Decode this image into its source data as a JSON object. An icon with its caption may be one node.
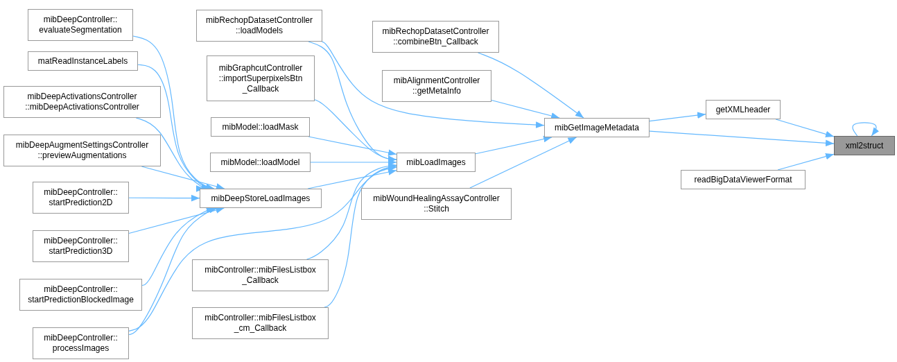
{
  "diagram": {
    "nodes": [
      {
        "text": [
          "xml2struct"
        ]
      },
      {
        "text": [
          "getXMLheader"
        ]
      },
      {
        "text": [
          "readBigDataViewerFormat"
        ]
      },
      {
        "text": [
          "mibGetImageMetadata"
        ]
      },
      {
        "text": [
          "mibRechopDatasetController ::combineBtn_Callback"
        ]
      },
      {
        "text": [
          "mibAlignmentController ::getMetaInfo"
        ]
      },
      {
        "text": [
          "mibLoadImages"
        ]
      },
      {
        "text": [
          "mibWoundHealingAssayController ::Stitch"
        ]
      },
      {
        "text": [
          "mibRechopDatasetController ::loadModels"
        ]
      },
      {
        "text": [
          "mibGraphcutController ::importSuperpixelsBtn _Callback"
        ]
      },
      {
        "text": [
          "mibModel::loadMask"
        ]
      },
      {
        "text": [
          "mibModel::loadModel"
        ]
      },
      {
        "text": [
          "mibDeepStoreLoadImages"
        ]
      },
      {
        "text": [
          "mibController::mibFilesListbox _Callback"
        ]
      },
      {
        "text": [
          "mibController::mibFilesListbox _cm_Callback"
        ]
      },
      {
        "text": [
          "mibDeepController:: evaluateSegmentation"
        ]
      },
      {
        "text": [
          "matReadInstanceLabels"
        ]
      },
      {
        "text": [
          "mibDeepActivationsController ::mibDeepActivationsController"
        ]
      },
      {
        "text": [
          "mibDeepAugmentSettingsController ::previewAugmentations"
        ]
      },
      {
        "text": [
          "mibDeepController:: startPrediction2D"
        ]
      },
      {
        "text": [
          "mibDeepController:: startPrediction3D"
        ]
      },
      {
        "text": [
          "mibDeepController:: startPredictionBlockedImage"
        ]
      },
      {
        "text": [
          "mibDeepController:: processImages"
        ]
      }
    ],
    "edges": [
      {
        "from": 0,
        "to": 0,
        "arrow": "to"
      },
      {
        "from": 1,
        "to": 0,
        "arrow": "to"
      },
      {
        "from": 2,
        "to": 0,
        "arrow": "to"
      },
      {
        "from": 3,
        "to": 0,
        "arrow": "to"
      },
      {
        "from": 3,
        "to": 1,
        "arrow": "to"
      },
      {
        "from": 4,
        "to": 3,
        "arrow": "to"
      },
      {
        "from": 5,
        "to": 3,
        "arrow": "to"
      },
      {
        "from": 6,
        "to": 3,
        "arrow": "to"
      },
      {
        "from": 7,
        "to": 3,
        "arrow": "to"
      },
      {
        "from": 8,
        "to": 3,
        "arrow": "to"
      },
      {
        "from": 8,
        "to": 6,
        "arrow": "to"
      },
      {
        "from": 9,
        "to": 6,
        "arrow": "to"
      },
      {
        "from": 10,
        "to": 6,
        "arrow": "to"
      },
      {
        "from": 11,
        "to": 6,
        "arrow": "to"
      },
      {
        "from": 12,
        "to": 6,
        "arrow": "to"
      },
      {
        "from": 13,
        "to": 6,
        "arrow": "to"
      },
      {
        "from": 14,
        "to": 6,
        "arrow": "to"
      },
      {
        "from": 22,
        "to": 6,
        "arrow": "to"
      },
      {
        "from": 15,
        "to": 12,
        "arrow": "to"
      },
      {
        "from": 16,
        "to": 12,
        "arrow": "to"
      },
      {
        "from": 17,
        "to": 12,
        "arrow": "to"
      },
      {
        "from": 18,
        "to": 12,
        "arrow": "to"
      },
      {
        "from": 19,
        "to": 12,
        "arrow": "to"
      },
      {
        "from": 20,
        "to": 12,
        "arrow": "to"
      },
      {
        "from": 21,
        "to": 12,
        "arrow": "to"
      },
      {
        "from": 22,
        "to": 12,
        "arrow": "to"
      }
    ]
  }
}
